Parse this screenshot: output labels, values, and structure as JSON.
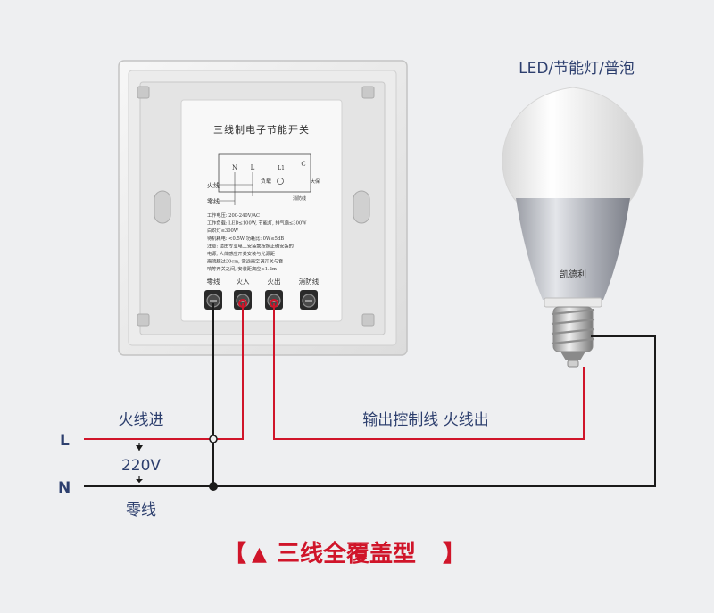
{
  "bulb": {
    "caption": "LED/节能灯/普泡",
    "brand": "凯德利"
  },
  "switch_label": {
    "title": "三线制电子节能开关",
    "terminals": [
      "N",
      "L",
      "L1",
      "C"
    ],
    "load": "负载",
    "fire_wire": "火线",
    "neutral_wire": "零线",
    "right_note": "大保",
    "fire_fighting_note": "消防线",
    "spec_lines": [
      "工作电压: 200-240V/AC",
      "工作负载: LED≤100W, 节能灯, 排气扇≤300W",
      "白炽灯≤300W",
      "待机耗电: <0.5W          功耗比: 0W≤5dB",
      "注意: 请由专业电工安装或按照正确安装的",
      "电源, 人体感应开关安装与光源距",
      "离须超过30cm, 需远离空调开关与音",
      "响等开关之间, 安装距离应≥1.2m"
    ],
    "bottom_terminals": [
      "零线",
      "火入",
      "火出",
      "消防线"
    ]
  },
  "wires": {
    "L": "L",
    "N": "N",
    "fire_in": "火线进",
    "voltage": "220V",
    "neutral": "零线",
    "output": "输出控制线 火线出"
  },
  "footer": {
    "bracket_left": "【",
    "triangle": "▲",
    "title": "三线全覆盖型",
    "bracket_right": "】"
  },
  "colors": {
    "background": "#eeeff1",
    "red_wire": "#d0152a",
    "black_wire": "#1a1a1a",
    "text_blue": "#2d3f6e",
    "title_red": "#d0152a"
  }
}
